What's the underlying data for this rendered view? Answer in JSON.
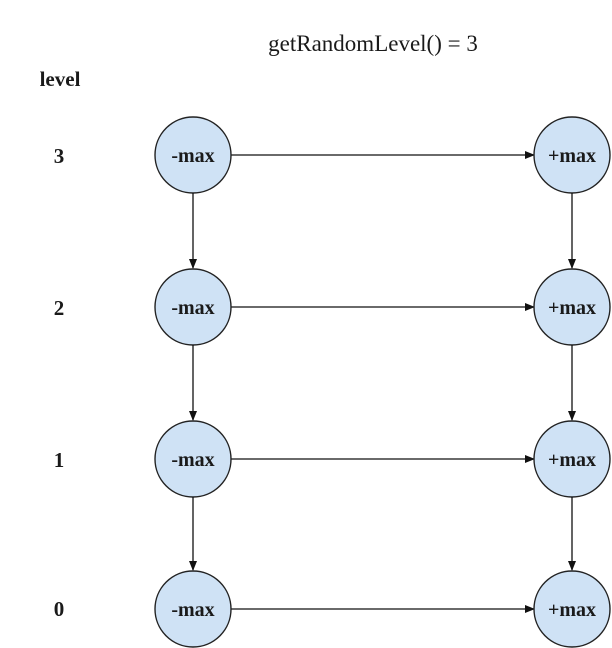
{
  "title": "getRandomLevel() = 3",
  "axis_label": "level",
  "levels": [
    {
      "level": "3",
      "head": "-max",
      "tail": "+max"
    },
    {
      "level": "2",
      "head": "-max",
      "tail": "+max"
    },
    {
      "level": "1",
      "head": "-max",
      "tail": "+max"
    },
    {
      "level": "0",
      "head": "-max",
      "tail": "+max"
    }
  ],
  "colors": {
    "node_fill": "#cfe2f5",
    "node_stroke": "#222222",
    "edge": "#111111"
  }
}
